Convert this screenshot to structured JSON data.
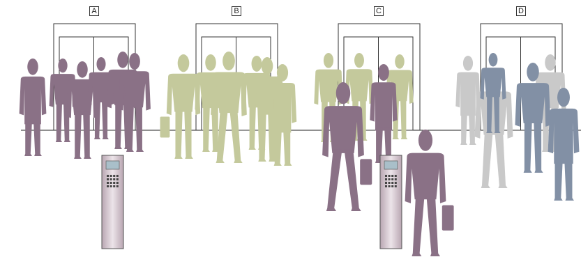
{
  "elevators": [
    {
      "id": "A",
      "label": "A"
    },
    {
      "id": "B",
      "label": "B"
    },
    {
      "id": "C",
      "label": "C"
    },
    {
      "id": "D",
      "label": "D"
    }
  ],
  "colors": {
    "group_a": "#8a7186",
    "group_b": "#c4c99c",
    "group_c": "#8a7186",
    "group_d_gray": "#c9c9c9",
    "group_d_blue": "#8290a5",
    "door_frame": "#333333",
    "floor_line": "#222222",
    "terminal_screen": "#a9bfc9",
    "terminal_body": "#d2c4cc"
  },
  "icons": [
    "elevator-door",
    "destination-control-terminal",
    "person-silhouette"
  ]
}
